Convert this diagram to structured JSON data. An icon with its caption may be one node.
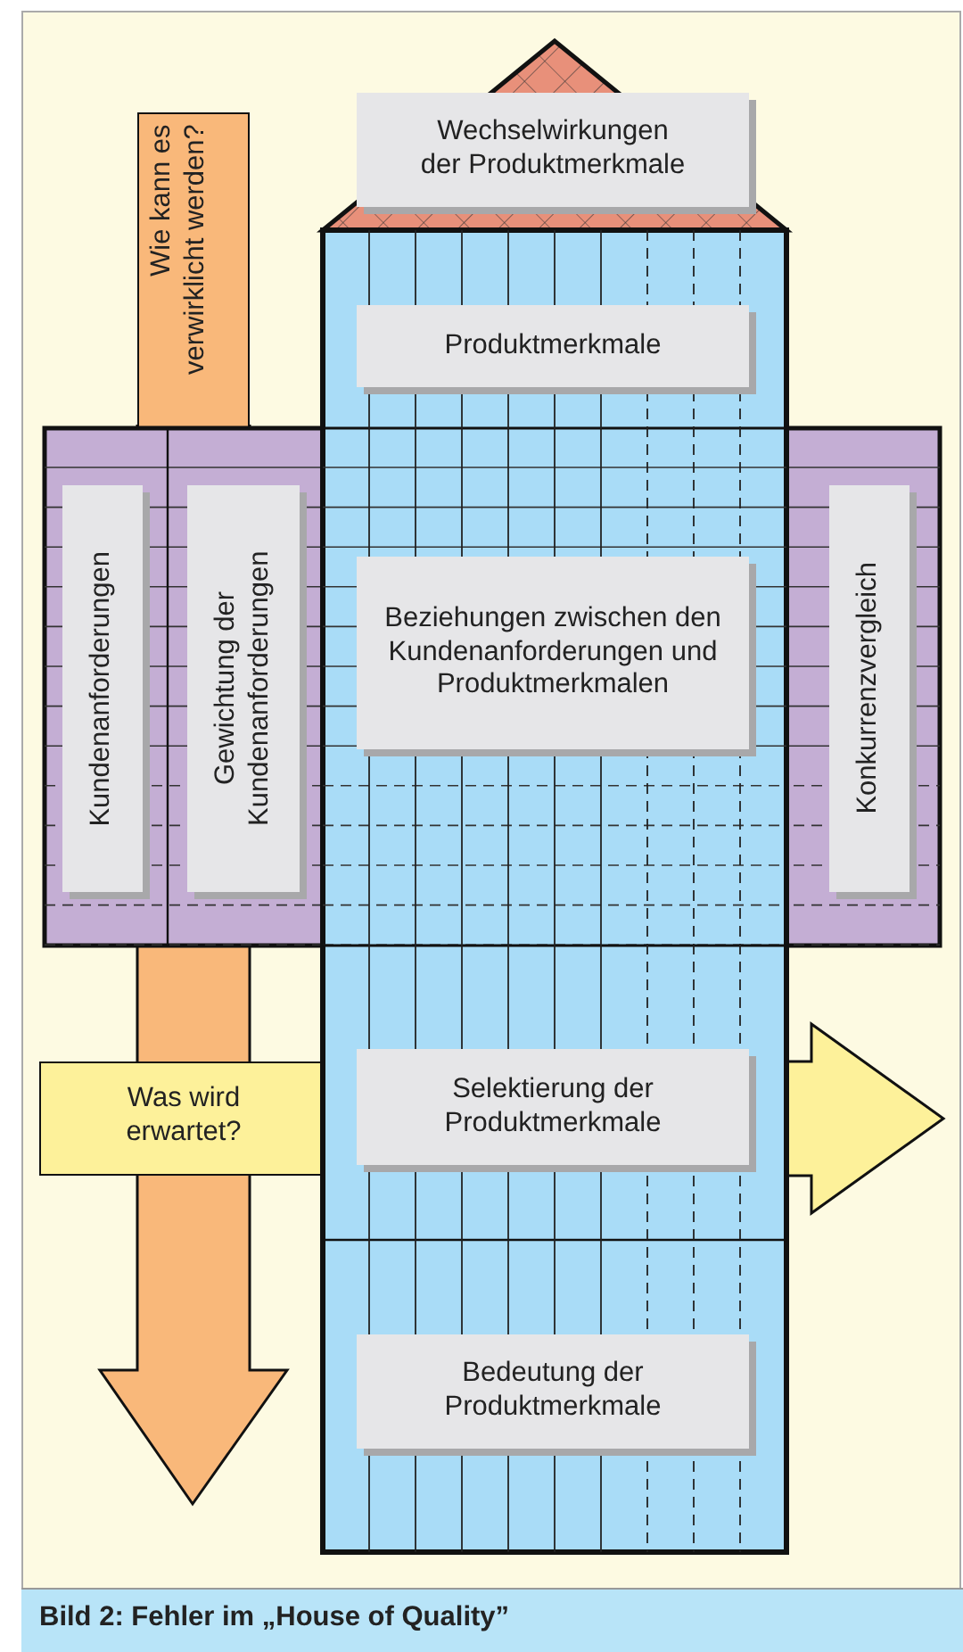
{
  "diagram": {
    "caption": "Bild 2: Fehler im „House of Quality”",
    "nodes": [
      {
        "text": [
          "Wechselwirkungen der Produktmerkmale"
        ]
      },
      {
        "text": [
          "Wie kann es verwirklicht werden?"
        ]
      },
      {
        "text": [
          "Produktmerkmale"
        ]
      },
      {
        "text": [
          "Kundenanforderungen"
        ]
      },
      {
        "text": [
          "Gewichtung der Kundenanforderungen"
        ]
      },
      {
        "text": [
          "Beziehungen zwischen den Kundenanforderungen und Produktmerkmalen"
        ]
      },
      {
        "text": [
          "Konkurrenzvergleich"
        ]
      },
      {
        "text": [
          "Was wird erwartet?"
        ]
      },
      {
        "text": [
          "Selektierung der Produktmerkmale"
        ]
      },
      {
        "text": [
          "Bedeutung der Produktmerkmale"
        ]
      }
    ],
    "edges": []
  }
}
